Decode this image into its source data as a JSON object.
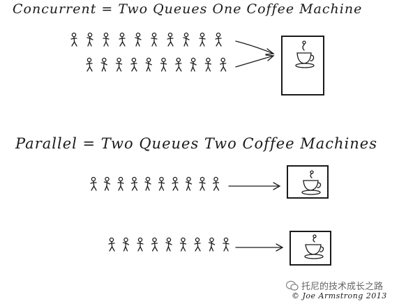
{
  "headings": {
    "concurrent": "Concurrent = Two Queues One Coffee Machine",
    "parallel": "Parallel = Two Queues Two Coffee Machines"
  },
  "queues": {
    "concurrent": [
      {
        "people": 10
      },
      {
        "people": 10
      }
    ],
    "parallel": [
      {
        "people": 10
      },
      {
        "people": 9
      }
    ]
  },
  "machines": {
    "concurrent": 1,
    "parallel": 2
  },
  "credit": "© Joe Armstrong 2013",
  "watermark": "托尼的技术成长之路",
  "icons": {
    "machine": "coffee-machine-icon",
    "cup": "coffee-cup-icon",
    "person": "stick-figure-icon",
    "watermark": "wechat-icon"
  },
  "colors": {
    "ink": "#1a1a1a",
    "watermark": "#666666"
  }
}
